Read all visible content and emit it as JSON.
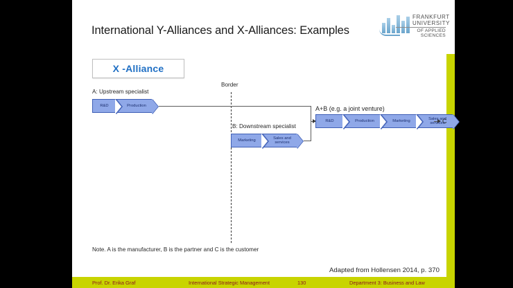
{
  "slide": {
    "title": "International Y-Alliances and X-Alliances: Examples",
    "chip_label": "X -Alliance",
    "note": "Note. A is the manufacturer, B is the partner and C is the customer",
    "source": "Adapted from Hollensen 2014, p. 370",
    "accent_color": "#c8d400",
    "chevron_fill": "#8fa8e8",
    "chevron_stroke": "#3f5fb5",
    "chip_text_color": "#1f6fc4"
  },
  "logo": {
    "line1": "FRANKFURT",
    "line2": "UNIVERSITY",
    "line3": "OF APPLIED SCIENCES"
  },
  "diagram": {
    "border_label": "Border",
    "party_a": {
      "label": "A: Upstream specialist",
      "stages": [
        "R&D",
        "Production"
      ]
    },
    "party_b": {
      "label": "B: Downstream specialist",
      "stages": [
        "Marketing",
        "Sales and services"
      ]
    },
    "joint_venture": {
      "label": "A+B (e.g. a joint venture)",
      "stages": [
        "R&D",
        "Production",
        "Marketing",
        "Sales and services"
      ]
    },
    "customer_label": "C"
  },
  "footer": {
    "author": "Prof. Dr. Erika Graf",
    "course": "International Strategic Management",
    "page": "130",
    "department": "Department 3:  Business and Law"
  }
}
